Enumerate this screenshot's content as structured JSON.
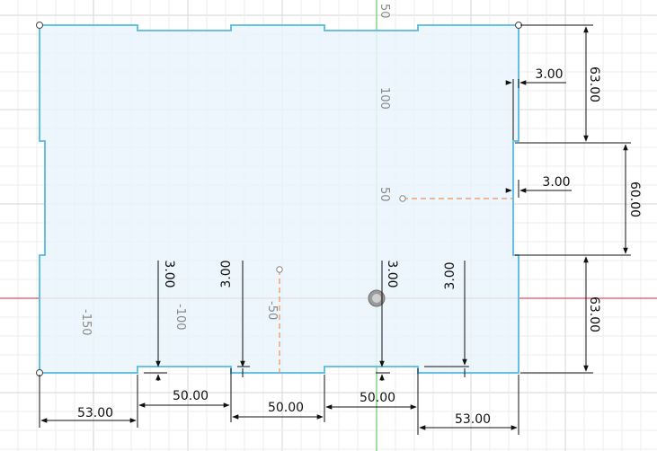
{
  "colors": {
    "background": "#ffffff",
    "grid_minor": "#ececec",
    "grid_major": "#d6d6d6",
    "x_axis": "#e0525e",
    "y_axis": "#66cc66",
    "profile_stroke": "#55b9e0",
    "profile_fill": "#e9f4fb",
    "dimension": "#111111",
    "construction": "#e8925a",
    "axis_label": "#8a8a8a"
  },
  "axis_labels": {
    "top_50": "50",
    "y_100": "100",
    "y_50": "50",
    "x_neg150": "-150",
    "x_neg100": "-100",
    "x_neg50": "-50"
  },
  "dimensions": {
    "bottom_53_left": "53.00",
    "bottom_50_a": "50.00",
    "bottom_50_b": "50.00",
    "bottom_50_c": "50.00",
    "bottom_53_right": "53.00",
    "right_63_top": "63.00",
    "right_60": "60.00",
    "right_63_bottom": "63.00",
    "notch_3_right_top": "3.00",
    "notch_3_right_mid": "3.00",
    "notch_3_bottom_a": "3.00",
    "notch_3_bottom_b": "3.00",
    "notch_3_bottom_c": "3.00",
    "notch_3_bottom_d": "3.00"
  },
  "icons": {
    "origin": "origin-icon",
    "sketch_point": "sketch-point-icon"
  }
}
